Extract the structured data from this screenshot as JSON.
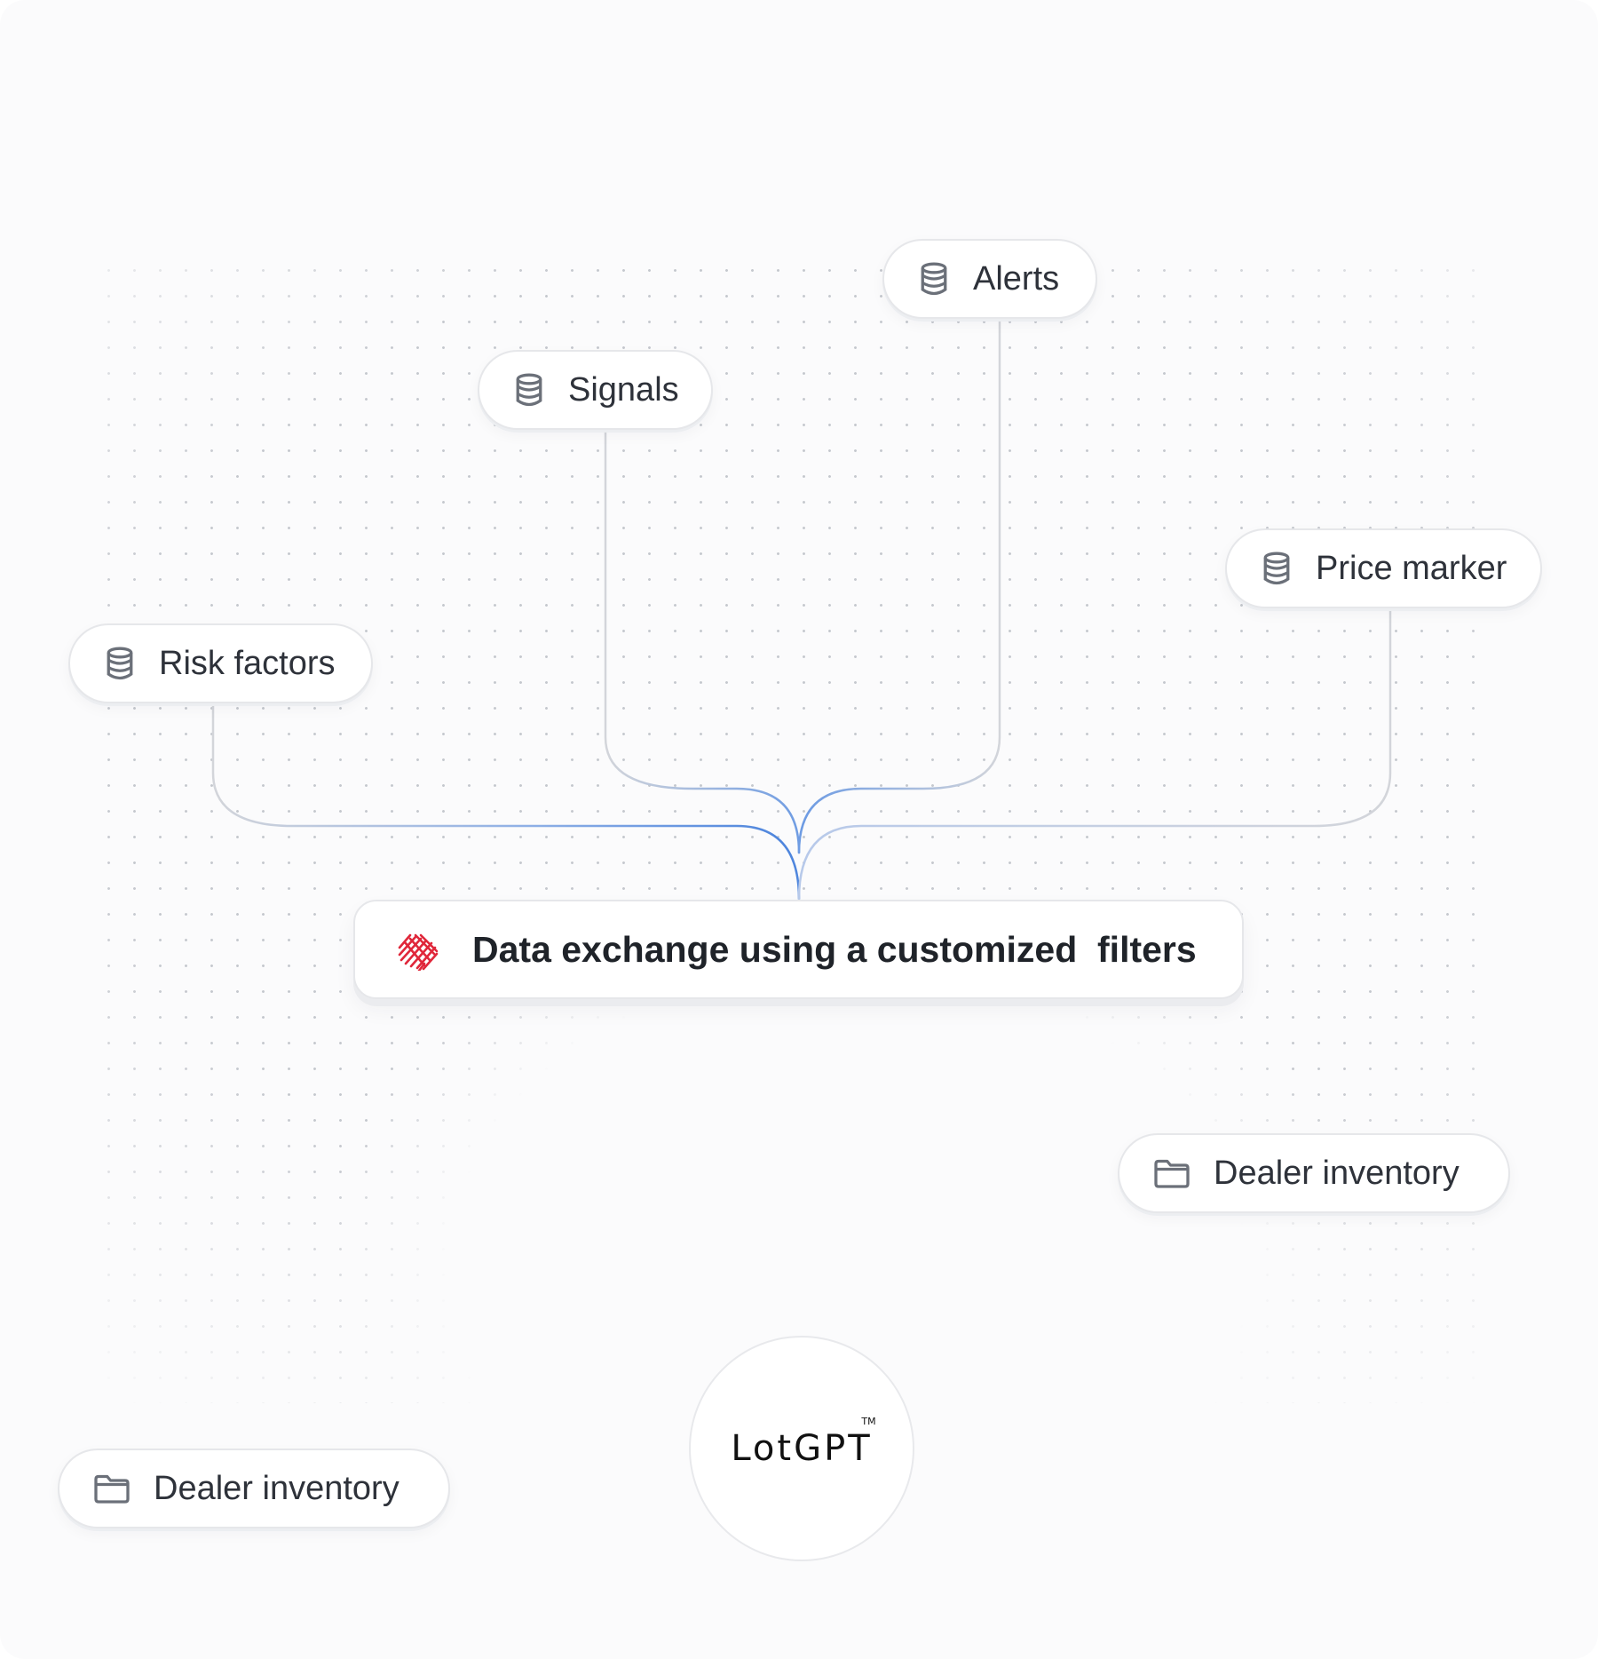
{
  "diagram": {
    "sources": {
      "alerts": {
        "label": "Alerts",
        "icon": "database-icon"
      },
      "signals": {
        "label": "Signals",
        "icon": "database-icon"
      },
      "price_marker": {
        "label": "Price marker",
        "icon": "database-icon"
      },
      "risk_factors": {
        "label": "Risk factors",
        "icon": "database-icon"
      }
    },
    "hub": {
      "title": "Data exchange using a customized  filters",
      "icon": "brain-icon"
    },
    "outputs": {
      "dealer_inventory_right": {
        "label": "Dealer inventory",
        "icon": "folder-icon"
      },
      "dealer_inventory_left": {
        "label": "Dealer inventory",
        "icon": "folder-icon"
      }
    },
    "logo": {
      "wordmark": "LotGPT",
      "trademark": "TM"
    }
  },
  "colors": {
    "connector_gray": "#d3d5da",
    "connector_blue": "#5b8ee0",
    "icon_gray": "#6b7079",
    "brain_red": "#e0273a"
  }
}
